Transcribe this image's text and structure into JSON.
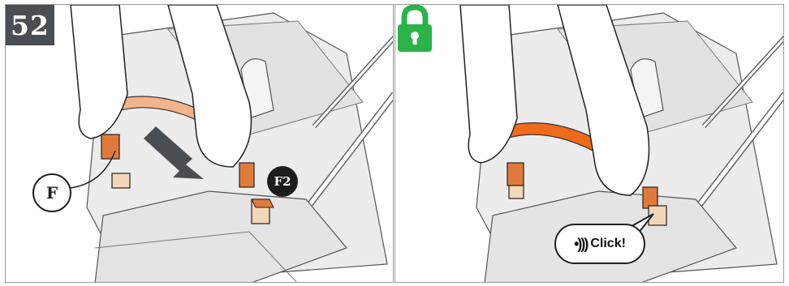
{
  "step": {
    "number": "52"
  },
  "left_panel": {
    "callout_f": "F",
    "callout_f2": "F2"
  },
  "right_panel": {
    "click_label": "Click!",
    "sound_icon": "sound-waves-icon",
    "lock_icon": "locked-padlock-icon"
  },
  "colors": {
    "strap_light": "#f4b48a",
    "strap_orange": "#ef6a1a",
    "buckle": "#e07a3a",
    "lock_green": "#2bb34a",
    "badge_bg": "#4a4d52",
    "seat_gray": "#e6e6e6"
  }
}
